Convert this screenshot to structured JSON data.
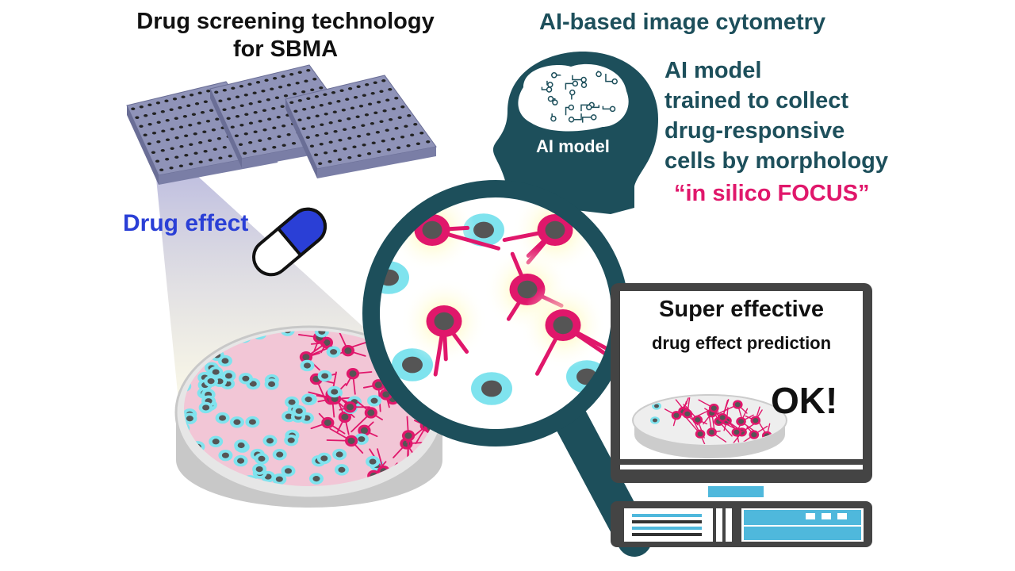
{
  "left_title": {
    "line1": "Drug screening technology",
    "line2": "for SBMA"
  },
  "right_title": "AI-based image cytometry",
  "ai_description": [
    "AI model",
    "trained to collect",
    "drug-responsive",
    "cells by morphology"
  ],
  "focus_label": "“in silico FOCUS”",
  "head_label": "AI model",
  "drug_effect_label": "Drug effect",
  "screen": {
    "title": "Super effective",
    "subtitle": "drug effect prediction",
    "result": "OK!"
  },
  "colors": {
    "teal": "#1d4f5b",
    "pink": "#e0176b",
    "blue": "#2a3fd6",
    "cyan": "#7fe3ee",
    "plate": "#8f93b8",
    "monitor": "#444444",
    "accent_blue": "#4fb8dc"
  }
}
